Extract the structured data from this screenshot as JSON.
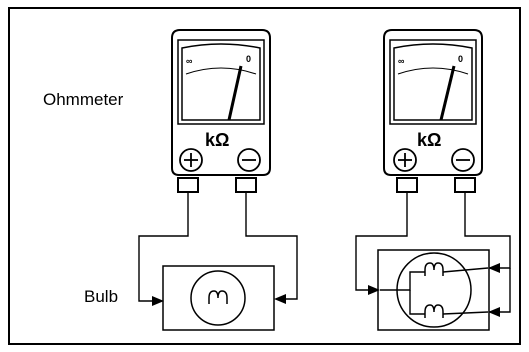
{
  "labels": {
    "ohmmeter": "Ohmmeter",
    "bulb": "Bulb"
  },
  "meter": {
    "unit": "kΩ",
    "scale_left": "∞",
    "scale_right": "0",
    "plus": "+",
    "minus": "−"
  }
}
